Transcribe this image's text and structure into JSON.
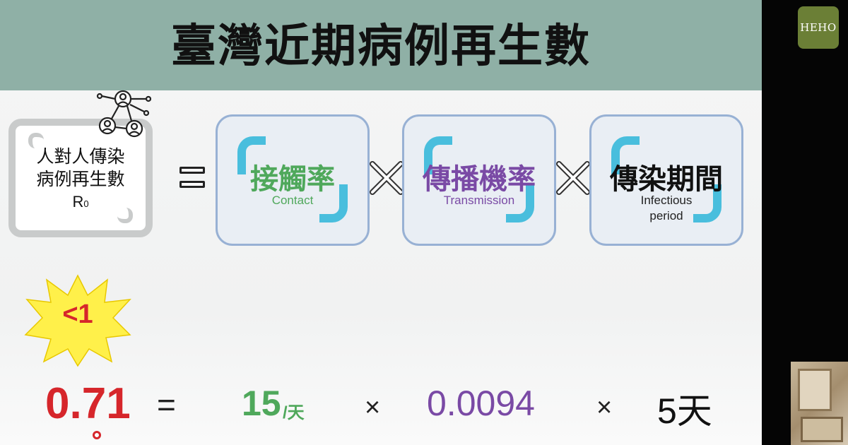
{
  "slide": {
    "title": "臺灣近期病例再生數",
    "r0_box": {
      "line1": "人對人傳染",
      "line2": "病例再生數",
      "symbol": "R",
      "subscript": "0"
    },
    "equals_symbol": "=",
    "factors": [
      {
        "label": "接觸率",
        "sublabel": "Contact",
        "color": "#4fa85b"
      },
      {
        "label": "傳播機率",
        "sublabel": "Transmission",
        "color": "#7a4aa5"
      },
      {
        "label": "傳染期間",
        "sublabel_line1": "Infectious",
        "sublabel_line2": "period",
        "color": "#111111"
      }
    ],
    "burst_label": "<1",
    "equation": {
      "result": "0.71",
      "equals": "=",
      "contact_value": "15",
      "contact_unit": "/天",
      "times_1": "×",
      "transmission_value": "0.0094",
      "times_2": "×",
      "period_value": "5天"
    }
  },
  "branding": {
    "logo_text": "HEHO"
  },
  "colors": {
    "title_bar": "#8fb0a6",
    "accent_red": "#d6262b",
    "accent_green": "#4fa85b",
    "accent_purple": "#7a4aa5",
    "box_border": "#98b1d4",
    "bracket_cyan": "#49bedd",
    "burst_yellow": "#fff04a",
    "logo_bg": "#6b7f36"
  },
  "icons": [
    "people-network-icon",
    "multiply-icon",
    "starburst-icon"
  ]
}
